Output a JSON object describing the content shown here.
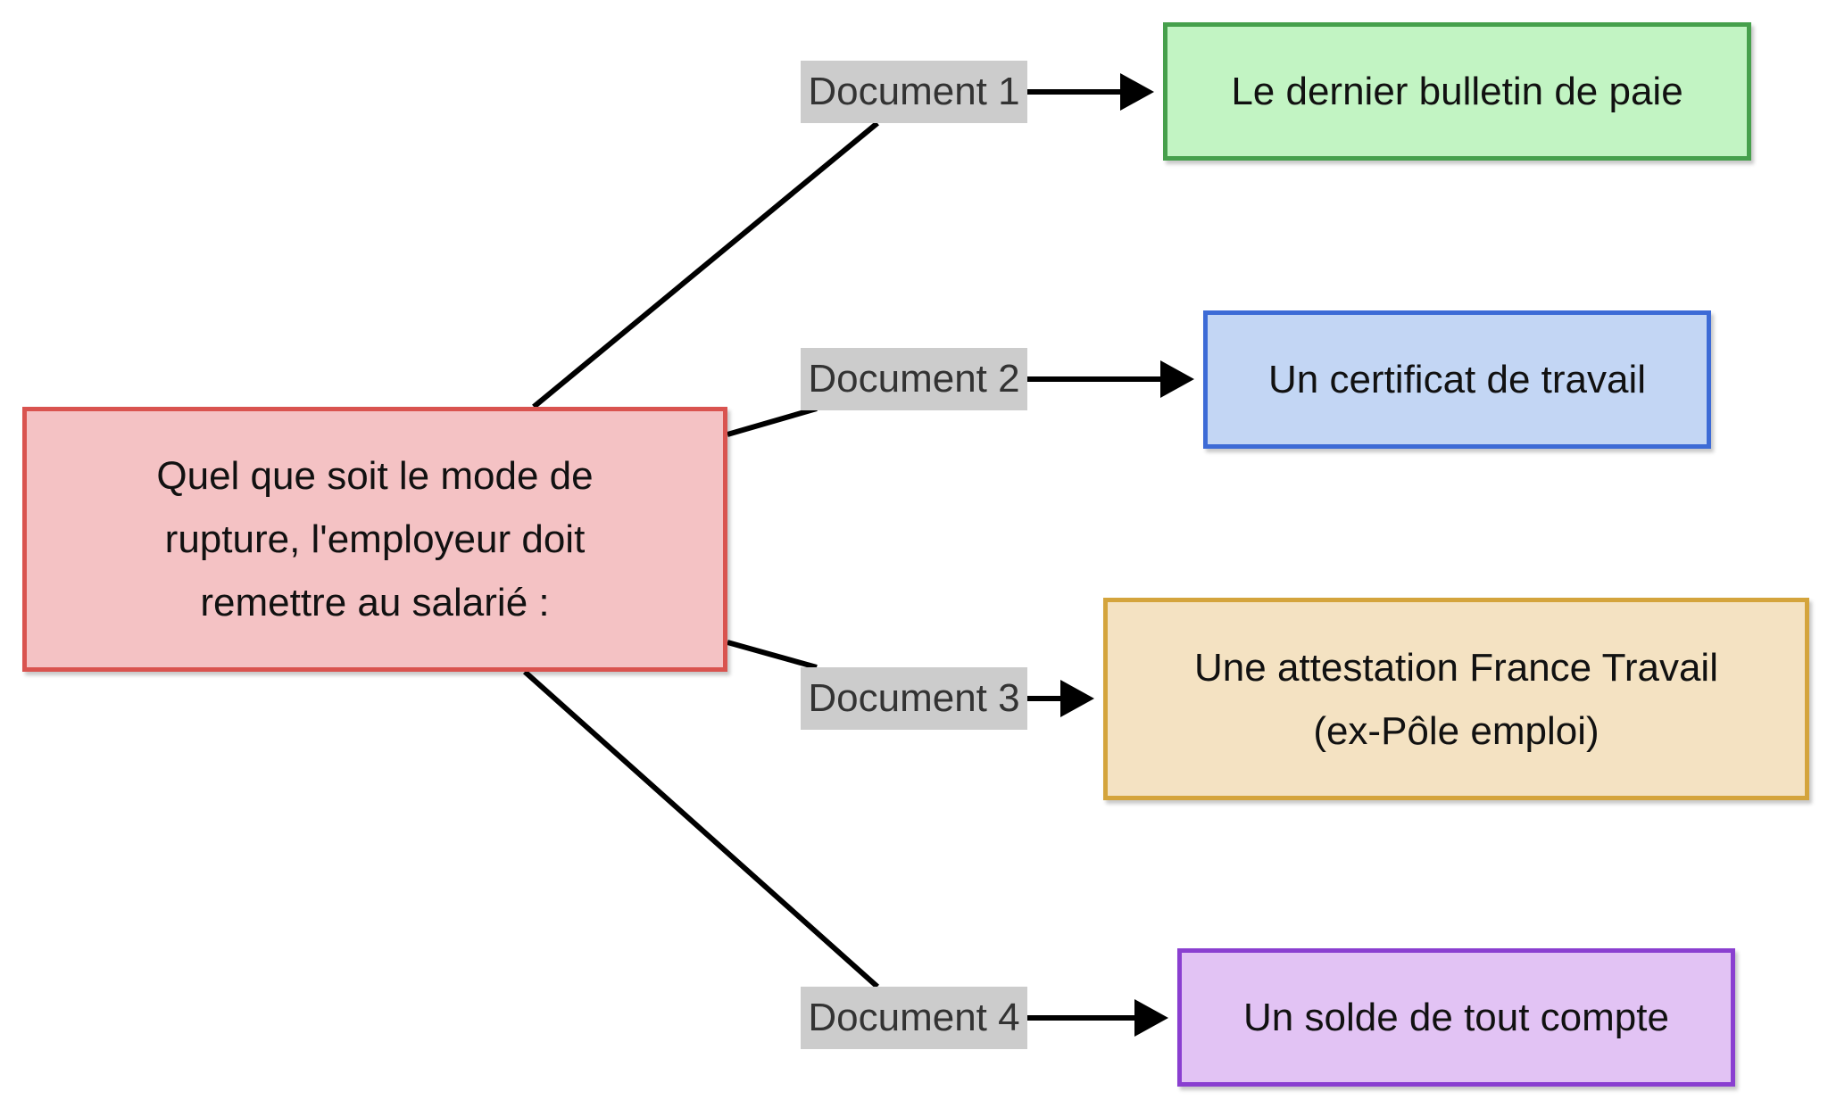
{
  "source": {
    "text": "Quel que soit le mode de\nrupture, l'employeur doit\nremettre au salarié :"
  },
  "edges": [
    {
      "label": "Document 1",
      "target_text": "Le dernier bulletin de paie"
    },
    {
      "label": "Document 2",
      "target_text": "Un certificat de travail"
    },
    {
      "label": "Document 3",
      "target_text": "Une attestation France Travail\n(ex-Pôle emploi)"
    },
    {
      "label": "Document 4",
      "target_text": "Un solde de tout compte"
    }
  ],
  "colors": {
    "source_fill": "#f4c2c4",
    "source_border": "#d9534f",
    "doc1_fill": "#c2f4c3",
    "doc1_border": "#46a04c",
    "doc2_fill": "#c3d6f4",
    "doc2_border": "#3d6bd6",
    "doc3_fill": "#f4e2c2",
    "doc3_border": "#d4a43c",
    "doc4_fill": "#e2c3f4",
    "doc4_border": "#8a3fd0",
    "edge_label_bg": "#cccccc",
    "line": "#000000"
  }
}
